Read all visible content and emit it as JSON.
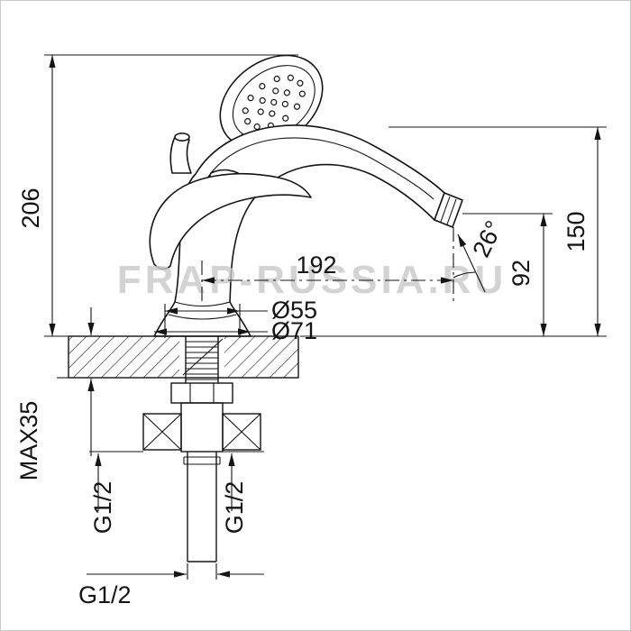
{
  "watermark": "FRAP-RUSSIA.RU",
  "labels": {
    "height_total": "206",
    "height_spout": "150",
    "height_outlet": "92",
    "reach": "192",
    "angle": "26°",
    "dia_inner": "Ø55",
    "dia_outer": "Ø71",
    "max_thickness": "MAX35",
    "thread_left": "G1/2",
    "thread_right": "G1/2",
    "thread_bottom": "G1/2"
  }
}
